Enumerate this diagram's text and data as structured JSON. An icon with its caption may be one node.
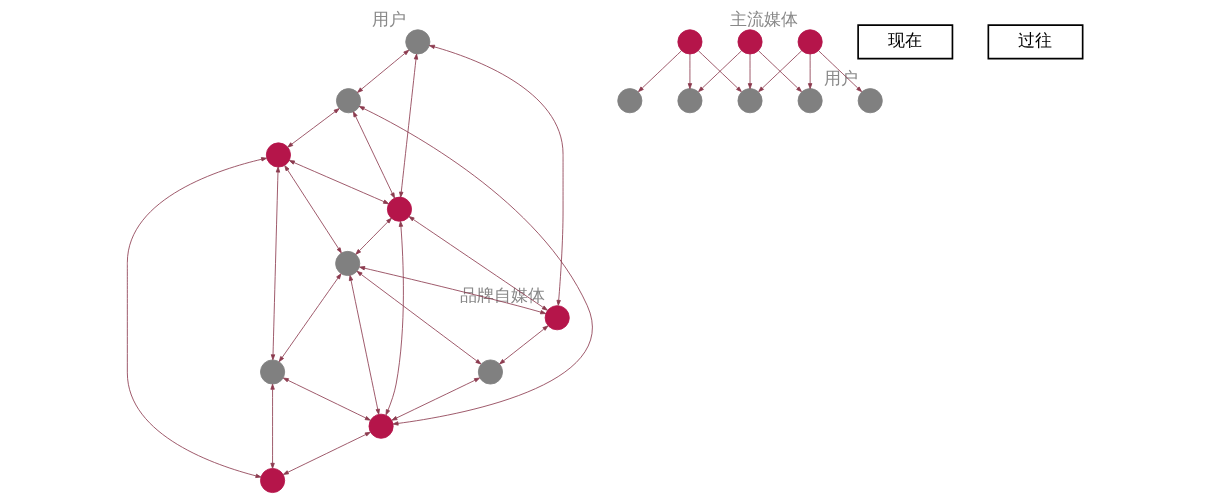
{
  "diagram": {
    "nodes": [
      {
        "text": [],
        "shape": "circle",
        "beside": [
          "用户"
        ]
      },
      {
        "text": [],
        "shape": "circle"
      },
      {
        "text": [],
        "shape": "circle"
      },
      {
        "text": [],
        "shape": "circle"
      },
      {
        "text": [],
        "shape": "circle"
      },
      {
        "text": [],
        "shape": "circle"
      },
      {
        "text": [],
        "shape": "circle",
        "beside": [
          "品牌自媒体"
        ]
      },
      {
        "text": [],
        "shape": "circle"
      },
      {
        "text": [],
        "shape": "circle"
      },
      {
        "text": [],
        "shape": "circle"
      },
      {
        "text": [],
        "shape": "circle"
      },
      {
        "text": [],
        "shape": "circle"
      },
      {
        "text": [],
        "shape": "circle",
        "beside": [
          "主流媒体"
        ]
      },
      {
        "text": [],
        "shape": "circle"
      },
      {
        "text": [],
        "shape": "circle"
      },
      {
        "text": [],
        "shape": "circle"
      },
      {
        "text": [],
        "shape": "circle"
      },
      {
        "text": [],
        "shape": "circle",
        "beside": [
          "用户"
        ]
      },
      {
        "text": [
          "现在"
        ]
      },
      {
        "text": [
          "过往"
        ]
      }
    ],
    "edges": [
      {
        "from": 0,
        "to": 1,
        "arrow": "both"
      },
      {
        "from": 0,
        "to": 3,
        "arrow": "both"
      },
      {
        "from": 0,
        "to": 6,
        "arrow": "both"
      },
      {
        "from": 1,
        "to": 3,
        "arrow": "both"
      },
      {
        "from": 1,
        "to": 2,
        "arrow": "both"
      },
      {
        "from": 1,
        "to": 9,
        "arrow": "both"
      },
      {
        "from": 2,
        "to": 3,
        "arrow": "both"
      },
      {
        "from": 2,
        "to": 4,
        "arrow": "both"
      },
      {
        "from": 2,
        "to": 5,
        "arrow": "both"
      },
      {
        "from": 2,
        "to": 7,
        "arrow": "both"
      },
      {
        "from": 3,
        "to": 4,
        "arrow": "both"
      },
      {
        "from": 3,
        "to": 6,
        "arrow": "both"
      },
      {
        "from": 3,
        "to": 9,
        "arrow": "both"
      },
      {
        "from": 4,
        "to": 6,
        "arrow": "both"
      },
      {
        "from": 4,
        "to": 5,
        "arrow": "both"
      },
      {
        "from": 4,
        "to": 8,
        "arrow": "both"
      },
      {
        "from": 4,
        "to": 9,
        "arrow": "both"
      },
      {
        "from": 5,
        "to": 7,
        "arrow": "both"
      },
      {
        "from": 5,
        "to": 9,
        "arrow": "both"
      },
      {
        "from": 6,
        "to": 8,
        "arrow": "both"
      },
      {
        "from": 8,
        "to": 9,
        "arrow": "both"
      },
      {
        "from": 9,
        "to": 7,
        "arrow": "both"
      },
      {
        "from": 10,
        "to": 13,
        "arrow": "to"
      },
      {
        "from": 10,
        "to": 14,
        "arrow": "to"
      },
      {
        "from": 10,
        "to": 15,
        "arrow": "to"
      },
      {
        "from": 11,
        "to": 14,
        "arrow": "to"
      },
      {
        "from": 11,
        "to": 15,
        "arrow": "to"
      },
      {
        "from": 11,
        "to": 16,
        "arrow": "to"
      },
      {
        "from": 12,
        "to": 15,
        "arrow": "to"
      },
      {
        "from": 12,
        "to": 16,
        "arrow": "to"
      },
      {
        "from": 12,
        "to": 17,
        "arrow": "to"
      }
    ]
  }
}
